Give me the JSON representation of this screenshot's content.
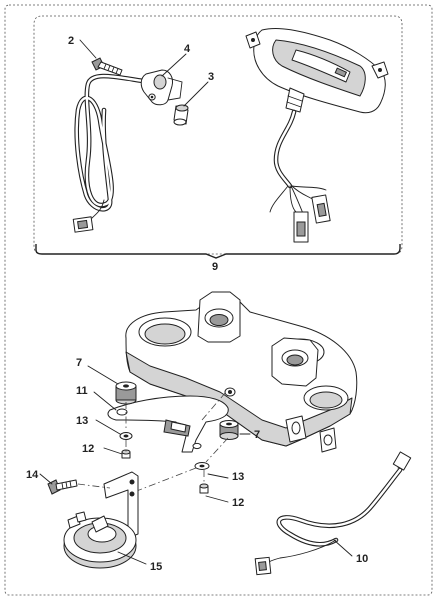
{
  "callouts": [
    {
      "id": "c2",
      "label": "2"
    },
    {
      "id": "c4",
      "label": "4"
    },
    {
      "id": "c3",
      "label": "3"
    },
    {
      "id": "c9",
      "label": "9"
    },
    {
      "id": "c7a",
      "label": "7"
    },
    {
      "id": "c11",
      "label": "11"
    },
    {
      "id": "c13a",
      "label": "13"
    },
    {
      "id": "c12a",
      "label": "12"
    },
    {
      "id": "c7b",
      "label": "7"
    },
    {
      "id": "c13b",
      "label": "13"
    },
    {
      "id": "c12b",
      "label": "12"
    },
    {
      "id": "c14",
      "label": "14"
    },
    {
      "id": "c15",
      "label": "15"
    },
    {
      "id": "c10",
      "label": "10"
    }
  ]
}
